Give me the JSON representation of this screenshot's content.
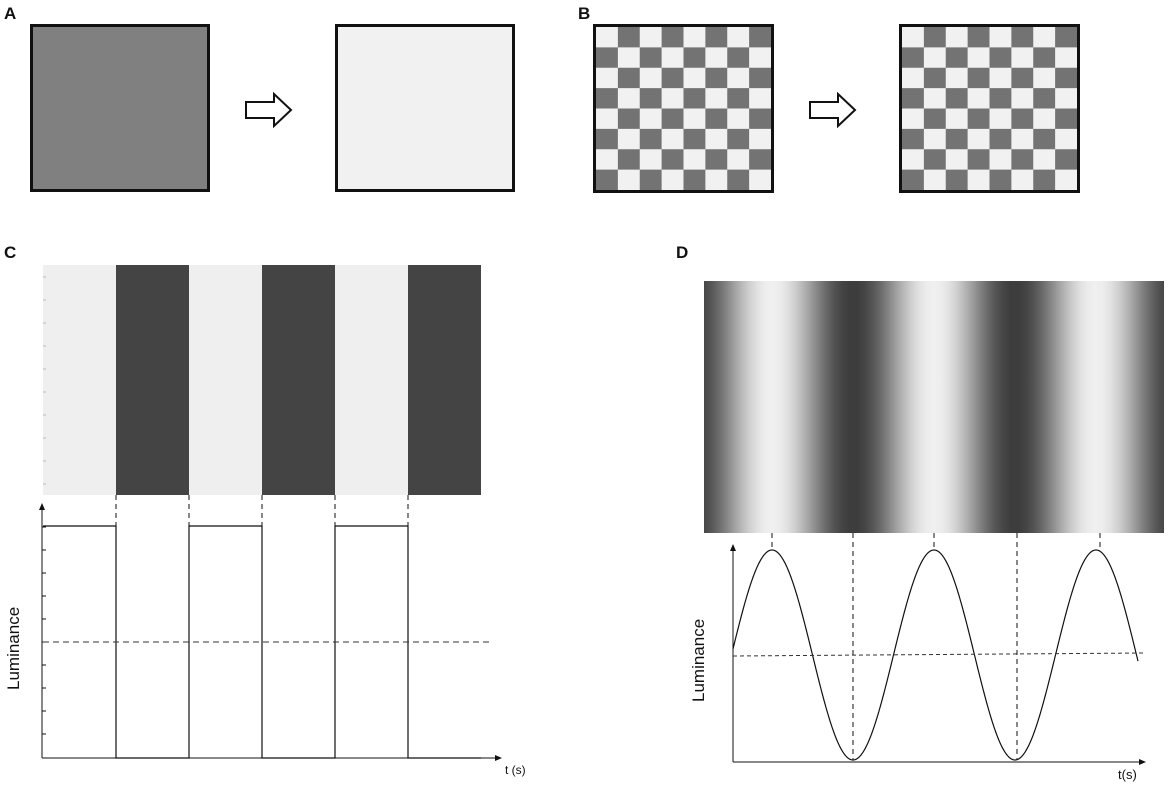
{
  "panels": {
    "a": {
      "label": "A"
    },
    "b": {
      "label": "B"
    },
    "c": {
      "label": "C",
      "y_label": "Luminance",
      "x_label": "t (s)"
    },
    "d": {
      "label": "D",
      "y_label": "Luminance",
      "x_label": "t(s)"
    }
  },
  "colors": {
    "uniform_gray": "#808080",
    "uniform_light": "#f1f1f1",
    "checker_dark": "#737373",
    "checker_light": "#f1f1f1",
    "bar_dark": "#444444",
    "bar_light": "#efefef",
    "grating_dark": "#3c3c3c",
    "grating_light": "#f0f0f0"
  },
  "icons": {
    "transition": "right-arrow-icon"
  },
  "checkerboard": {
    "rows": 8,
    "cols": 8
  },
  "square_wave": {
    "bars": [
      "light",
      "dark",
      "light",
      "dark",
      "light",
      "dark"
    ],
    "levels": [
      1,
      0,
      1,
      0,
      1,
      0
    ],
    "mean_level": 0.5
  },
  "sine_wave": {
    "peaks": 3,
    "troughs": 2,
    "mean_level": 0.5
  }
}
